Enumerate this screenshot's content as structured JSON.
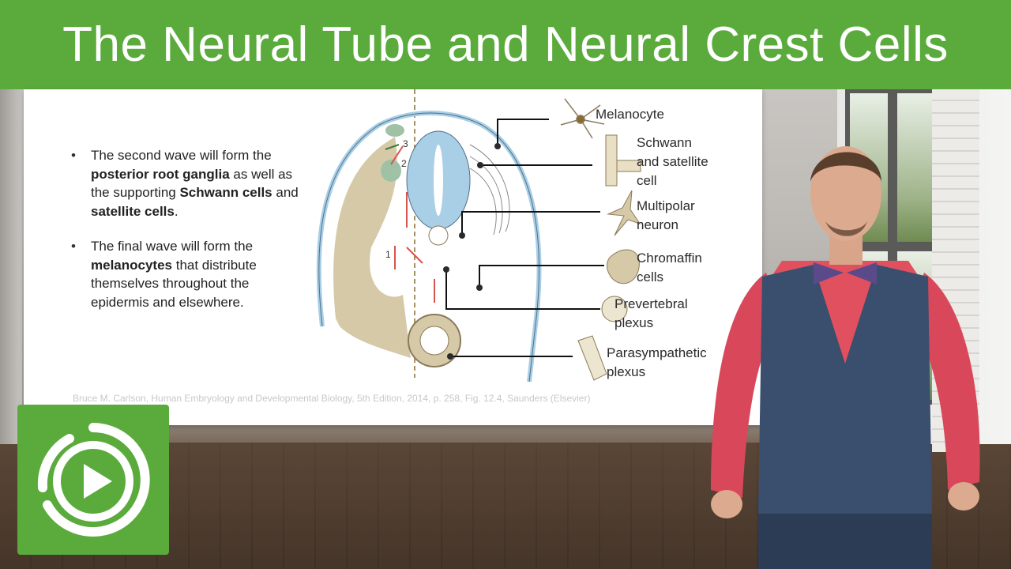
{
  "header": {
    "title": "The Neural Tube and Neural Crest Cells"
  },
  "slide": {
    "bullets": [
      {
        "parts": [
          {
            "t": "The second wave will form the ",
            "b": false
          },
          {
            "t": "posterior root ganglia",
            "b": true
          },
          {
            "t": " as well as the supporting ",
            "b": false
          },
          {
            "t": "Schwann cells",
            "b": true
          },
          {
            "t": " and ",
            "b": false
          },
          {
            "t": "satellite cells",
            "b": true
          },
          {
            "t": ".",
            "b": false
          }
        ]
      },
      {
        "parts": [
          {
            "t": "The final wave will form the ",
            "b": false
          },
          {
            "t": "melanocytes",
            "b": true
          },
          {
            "t": " that distribute themselves throughout the epidermis and elsewhere.",
            "b": false
          }
        ]
      }
    ],
    "diagram": {
      "wave_numbers": [
        "1",
        "2",
        "3"
      ],
      "labels": {
        "melanocyte": "Melanocyte",
        "schwann_1": "Schwann",
        "schwann_2": "and satellite",
        "schwann_3": "cell",
        "multipolar_1": "Multipolar",
        "multipolar_2": "neuron",
        "chromaffin_1": "Chromaffin",
        "chromaffin_2": "cells",
        "prevertebral_1": "Prevertebral",
        "prevertebral_2": "plexus",
        "parasympathetic_1": "Parasympathetic",
        "parasympathetic_2": "plexus"
      }
    },
    "citation": "Bruce M. Carlson, Human Embryology and Developmental Biology, 5th Edition, 2014, p. 258, Fig. 12.4, Saunders (Elsevier)"
  },
  "colors": {
    "brand_green": "#5aab3c",
    "arrow_red": "#d9534f",
    "tissue_tan": "#d6c9a8",
    "epidermis_blue": "#a9cfe6"
  },
  "icons": {
    "logo": "play-circle-logo-icon"
  }
}
